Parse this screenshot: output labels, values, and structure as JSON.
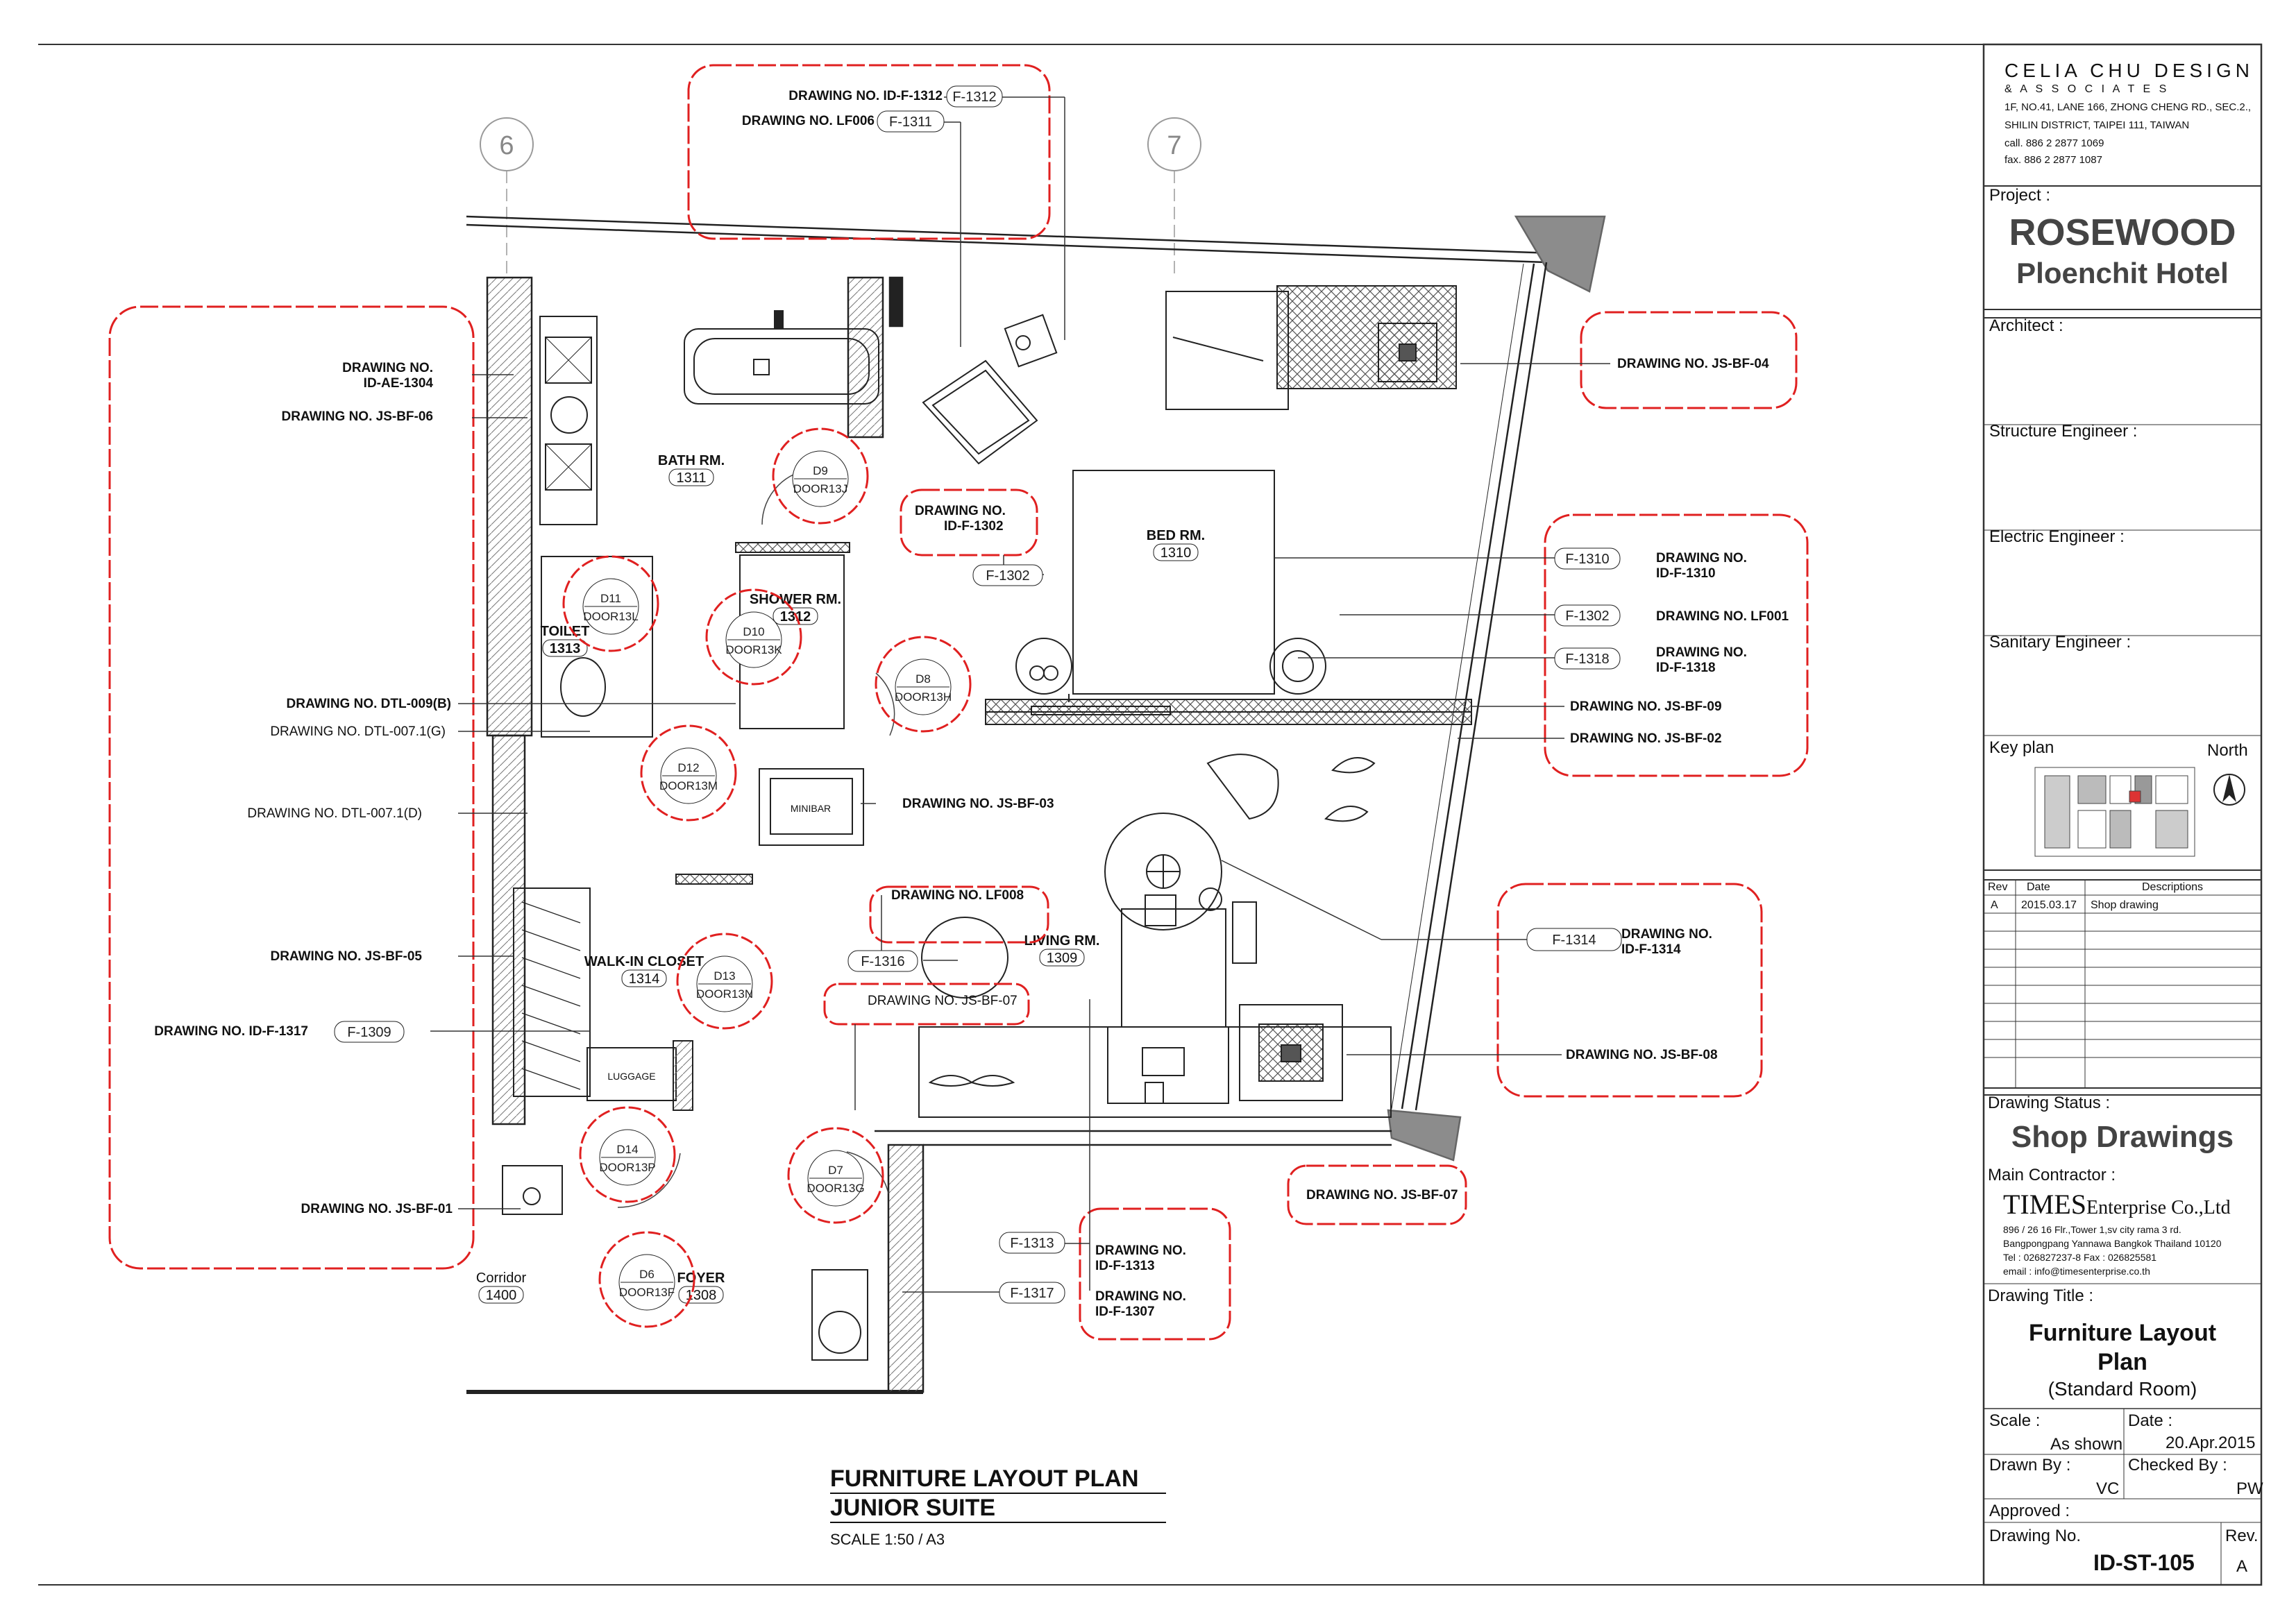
{
  "plan": {
    "grid_6": "6",
    "grid_7": "7",
    "rooms": [
      {
        "name": "BATH RM.",
        "no": "1311"
      },
      {
        "name": "BED RM.",
        "no": "1310"
      },
      {
        "name": "TOILET",
        "no": "1313"
      },
      {
        "name": "SHOWER RM.",
        "no": "1312"
      },
      {
        "name": "WALK-IN CLOSET",
        "no": "1314"
      },
      {
        "name": "LIVING RM.",
        "no": "1309"
      },
      {
        "name": "FOYER",
        "no": "1308"
      },
      {
        "name": "Corridor",
        "no": "1400"
      }
    ],
    "fixtures": {
      "minibar": "MINIBAR",
      "luggage": "LUGGAGE"
    },
    "doors": [
      {
        "tag": "D9",
        "code": "DOOR13J"
      },
      {
        "tag": "D11",
        "code": "DOOR13L"
      },
      {
        "tag": "D10",
        "code": "DOOR13K"
      },
      {
        "tag": "D8",
        "code": "DOOR13H"
      },
      {
        "tag": "D12",
        "code": "DOOR13M"
      },
      {
        "tag": "D13",
        "code": "DOOR13N"
      },
      {
        "tag": "D14",
        "code": "DOOR13P"
      },
      {
        "tag": "D7",
        "code": "DOOR13G"
      },
      {
        "tag": "D6",
        "code": "DOOR13F"
      }
    ],
    "callouts_top": [
      {
        "text": "DRAWING NO. ID-F-1312",
        "tag": "F-1312"
      },
      {
        "text": "DRAWING NO. LF006",
        "tag": "F-1311"
      }
    ],
    "callouts_left": [
      {
        "text": "DRAWING NO.",
        "text2": "ID-AE-1304"
      },
      {
        "text": "DRAWING NO. JS-BF-06"
      },
      {
        "text": "DRAWING NO. DTL-009(B)"
      },
      {
        "text": "DRAWING NO. DTL-007.1(G)"
      },
      {
        "text": "DRAWING NO. DTL-007.1(D)"
      },
      {
        "text": "DRAWING NO. JS-BF-05"
      },
      {
        "text": "DRAWING NO. ID-F-1317",
        "tag": "F-1309"
      },
      {
        "text": "DRAWING NO. JS-BF-01"
      }
    ],
    "callouts_center": [
      {
        "text": "DRAWING NO.",
        "text2": "ID-F-1302",
        "tag": "F-1302"
      },
      {
        "text": "DRAWING NO. JS-BF-03"
      },
      {
        "text": "DRAWING NO. LF008",
        "tag": "F-1316"
      },
      {
        "text": "DRAWING NO. JS-BF-07"
      },
      {
        "text": "DRAWING NO.",
        "text2": "ID-F-1313",
        "tag": "F-1313"
      },
      {
        "text": "DRAWING NO.",
        "text2": "ID-F-1307",
        "tag": "F-1317"
      }
    ],
    "callouts_right": [
      {
        "text": "DRAWING NO. JS-BF-04"
      },
      {
        "text": "DRAWING NO.",
        "text2": "ID-F-1310",
        "tag": "F-1310"
      },
      {
        "text": "DRAWING NO. LF001",
        "tag": "F-1302"
      },
      {
        "text": "DRAWING NO.",
        "text2": "ID-F-1318",
        "tag": "F-1318"
      },
      {
        "text": "DRAWING NO. JS-BF-09"
      },
      {
        "text": "DRAWING NO. JS-BF-02"
      },
      {
        "text": "DRAWING NO.",
        "text2": "ID-F-1314",
        "tag": "F-1314"
      },
      {
        "text": "DRAWING NO. JS-BF-08"
      },
      {
        "text": "DRAWING NO. JS-BF-07"
      }
    ],
    "title_line1": "FURNITURE LAYOUT PLAN",
    "title_line2": "JUNIOR SUITE",
    "scale": "SCALE  1:50 / A3"
  },
  "titleblock": {
    "firm_name": "CELIA CHU DESIGN",
    "firm_sub": "& A S S O C I A T E S",
    "addr1": "1F, NO.41, LANE 166, ZHONG CHENG RD., SEC.2.,",
    "addr2": "SHILIN DISTRICT, TAIPEI 111, TAIWAN",
    "tel": "call. 886 2 2877 1069",
    "fax": "fax. 886 2 2877 1087",
    "project_label": "Project :",
    "project_name1": "ROSEWOOD",
    "project_name2": "Ploenchit Hotel",
    "architect": "Architect :",
    "structure": "Structure Engineer :",
    "electric": "Electric Engineer :",
    "sanitary": "Sanitary Engineer :",
    "keyplan": "Key plan",
    "north": "North",
    "rev_head": [
      "Rev",
      "Date",
      "Descriptions"
    ],
    "rev_rows": [
      [
        "A",
        "2015.03.17",
        "Shop drawing"
      ]
    ],
    "status_label": "Drawing Status :",
    "status": "Shop Drawings",
    "contractor_label": "Main Contractor :",
    "contractor_name": "TIMES",
    "contractor_name2": "Enterprise Co.,Ltd",
    "c_addr1": "896 / 26 16 Flr.,Tower 1,sv city rama 3 rd.",
    "c_addr2": "Bangpongpang Yannawa Bangkok Thailand 10120",
    "c_tel": "Tel : 026827237-8 Fax : 026825581",
    "c_email": "email : info@timesenterprise.co.th",
    "title_label": "Drawing Title :",
    "title1": "Furniture Layout",
    "title2": "Plan",
    "title3": "(Standard Room)",
    "scale_label": "Scale :",
    "scale_val": "As shown",
    "date_label": "Date :",
    "date_val": "20.Apr.2015",
    "drawn_label": "Drawn By :",
    "drawn_val": "VC",
    "checked_label": "Checked By :",
    "checked_val": "PW",
    "approved_label": "Approved :",
    "dno_label": "Drawing No.",
    "dno_val": "ID-ST-105",
    "rev_label": "Rev.",
    "rev_val": "A"
  }
}
